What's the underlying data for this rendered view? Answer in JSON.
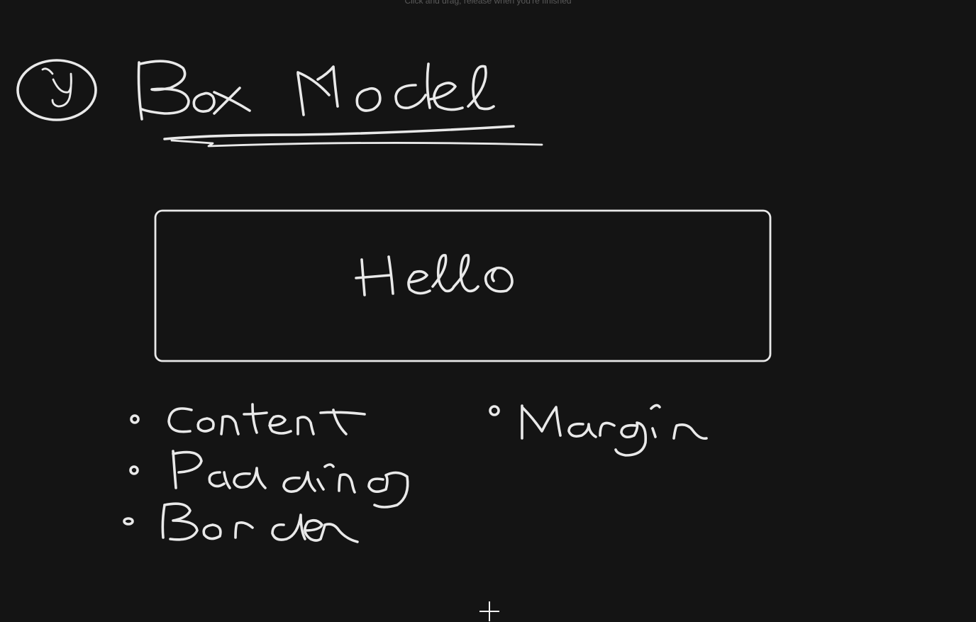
{
  "canvas": {
    "hint_text": "Click and drag, release when you're finished",
    "background_color": "#141414",
    "ink_color": "#e9e9e9"
  },
  "drawing": {
    "section_number": "4",
    "title": "Box Model",
    "box_text": "Hello",
    "list_items": [
      "Content",
      "Padding",
      "Border"
    ],
    "side_item": "Margin"
  },
  "cursor": {
    "icon": "crosshair-icon"
  }
}
